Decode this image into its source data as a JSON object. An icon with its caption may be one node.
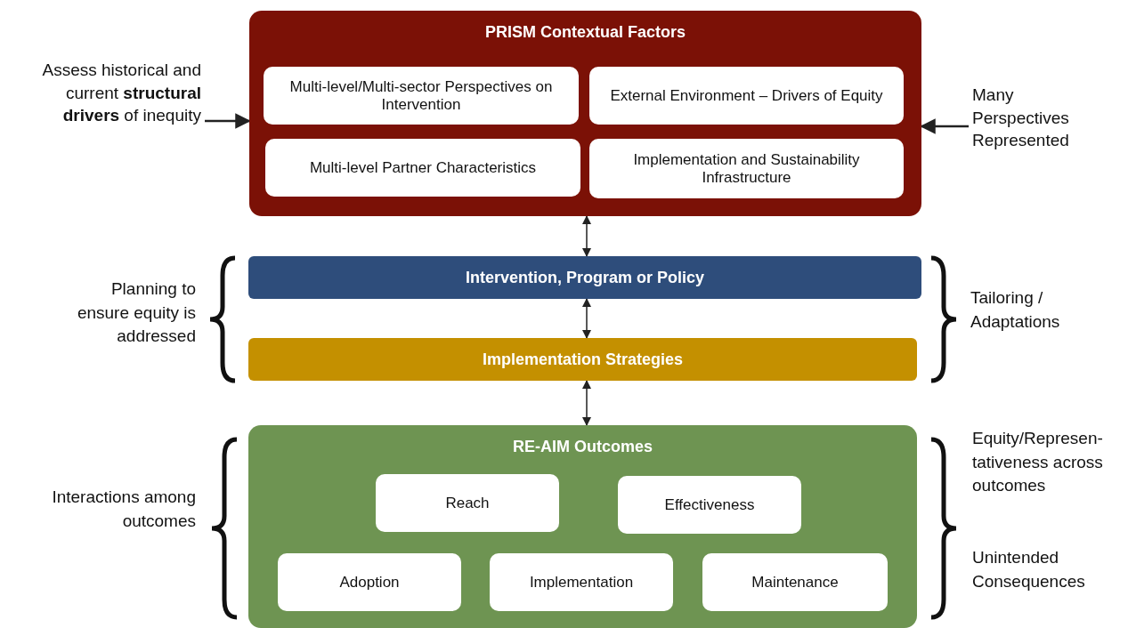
{
  "diagram": {
    "nodes": [
      {
        "text": [
          "PRISM  Contextual Factors"
        ]
      },
      {
        "text": [
          "Multi-level/Multi-sector Perspectives on Intervention"
        ],
        "in": 0
      },
      {
        "text": [
          "External Environment –  Drivers of Equity"
        ],
        "in": 0
      },
      {
        "text": [
          "Multi-level Partner Characteristics"
        ],
        "in": 0
      },
      {
        "text": [
          "Implementation and Sustainability Infrastructure"
        ],
        "in": 0
      },
      {
        "text": [
          "Intervention, Program or Policy"
        ]
      },
      {
        "text": [
          "Implementation Strategies"
        ]
      },
      {
        "text": [
          "RE-AIM  Outcomes"
        ]
      },
      {
        "text": [
          "Reach"
        ],
        "in": 7
      },
      {
        "text": [
          "Effectiveness"
        ],
        "in": 7
      },
      {
        "text": [
          "Adoption"
        ],
        "in": 7
      },
      {
        "text": [
          "Implementation"
        ],
        "in": 7
      },
      {
        "text": [
          "Maintenance"
        ],
        "in": 7
      },
      {
        "text": [
          "Assess historical and current **structural drivers** of inequity"
        ]
      },
      {
        "text": [
          "Many Perspectives Represented"
        ]
      }
    ],
    "edges": [
      {
        "from": 13,
        "to": 0,
        "arrow": "to"
      },
      {
        "from": 14,
        "to": 0,
        "arrow": "to"
      },
      {
        "from": 0,
        "to": 5,
        "arrow": "both"
      },
      {
        "from": 5,
        "to": 6,
        "arrow": "both"
      },
      {
        "from": 6,
        "to": 7,
        "arrow": "both"
      }
    ],
    "labels": [
      "Planning to ensure equity is addressed",
      "Tailoring / Adaptations",
      "Interactions among outcomes",
      "Equity/Represen- tativeness across outcomes",
      "Unintended Consequences"
    ]
  }
}
